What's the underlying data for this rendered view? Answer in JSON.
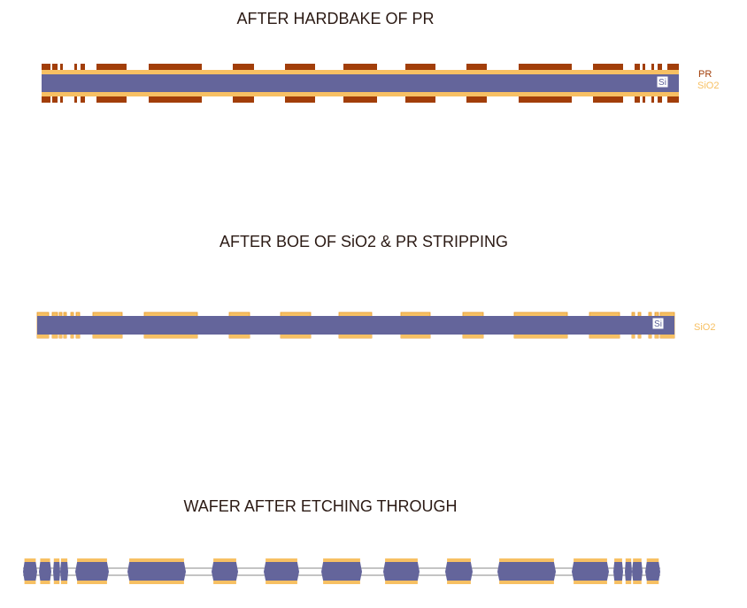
{
  "colors": {
    "si": "#64659b",
    "sio2": "#f7c063",
    "pr": "#a23e09",
    "si_label_bg": "#ffffff",
    "title": "#2b1a14",
    "connector": "#777777"
  },
  "stages": [
    {
      "title": "AFTER HARDBAKE OF PR",
      "si_label": "Si",
      "legend": [
        "PR",
        "SiO2"
      ]
    },
    {
      "title": "AFTER BOE OF SiO2 & PR STRIPPING",
      "si_label": "Si",
      "legend": [
        "SiO2"
      ]
    },
    {
      "title": "WAFER AFTER ETCHING THROUGH"
    }
  ]
}
